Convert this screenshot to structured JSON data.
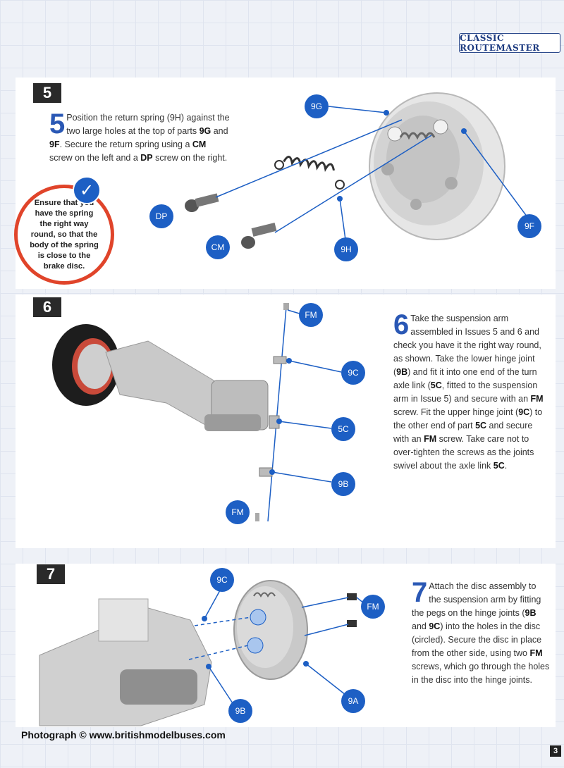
{
  "header": {
    "series_title": "CLASSIC ROUTEMASTER"
  },
  "steps": [
    {
      "number": "5",
      "big": "5",
      "segments": [
        "Position the return spring (9H) against the two large holes at the top of parts ",
        "9G",
        " and ",
        "9F",
        ". Secure the return spring using a ",
        "CM",
        " screw on the left and a ",
        "DP",
        " screw on the right."
      ],
      "tip": "Ensure that you have the spring the right way round, so that the body of the spring is close to the brake disc.",
      "labels": {
        "l9g": "9G",
        "ldp": "DP",
        "lcm": "CM",
        "l9h": "9H",
        "l9f": "9F"
      }
    },
    {
      "number": "6",
      "big": "6",
      "segments": [
        "Take the suspension arm assembled in Issues 5 and 6 and check you have it the right way round, as shown. Take the lower hinge joint (",
        "9B",
        ") and fit it into one end of the turn axle link (",
        "5C",
        ", fitted to the suspension arm in Issue 5) and secure with an ",
        "FM",
        " screw. Fit the upper hinge joint (",
        "9C",
        ") to the other end of part ",
        "5C",
        " and secure with an ",
        "FM",
        " screw. Take care not to over-tighten the screws as the joints swivel about the axle link ",
        "5C",
        "."
      ],
      "labels": {
        "lfm_top": "FM",
        "l9c": "9C",
        "l5c": "5C",
        "l9b": "9B",
        "lfm_bot": "FM"
      }
    },
    {
      "number": "7",
      "big": "7",
      "segments": [
        "Attach the disc assembly to the suspension arm by fitting the pegs on the hinge joints (",
        "9B",
        " and ",
        "9C",
        ") into the holes in the disc (circled). Secure the disc in place from the other side, using two ",
        "FM",
        " screws, which go through the holes in the disc into the hinge joints."
      ],
      "labels": {
        "l9c": "9C",
        "lfm": "FM",
        "l9b": "9B",
        "l9a": "9A"
      }
    }
  ],
  "footer": {
    "credit": "Photograph © www.britishmodelbuses.com",
    "page": "3"
  },
  "colors": {
    "accent": "#1d5fc4",
    "tip_ring": "#e0442a",
    "step_box": "#2a2a2a"
  }
}
